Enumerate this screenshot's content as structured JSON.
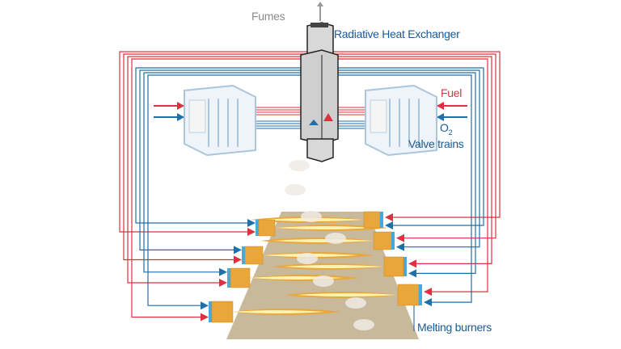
{
  "labels": {
    "fumes": "Fumes",
    "heat_exchanger": "Radiative Heat Exchanger",
    "fuel": "Fuel",
    "oxygen": "O",
    "oxygen_sub": "2",
    "valve_trains": "Valve trains",
    "melting_burners": "Melting burners"
  },
  "colors": {
    "fuel": "#e0303f",
    "oxygen": "#1f6fa8",
    "label_blue": "#1a5a96",
    "fumes_gray": "#8a8a8a",
    "furnace": "#c9b99b",
    "burner": "#e9a63a",
    "flame": "#fff3b0"
  }
}
